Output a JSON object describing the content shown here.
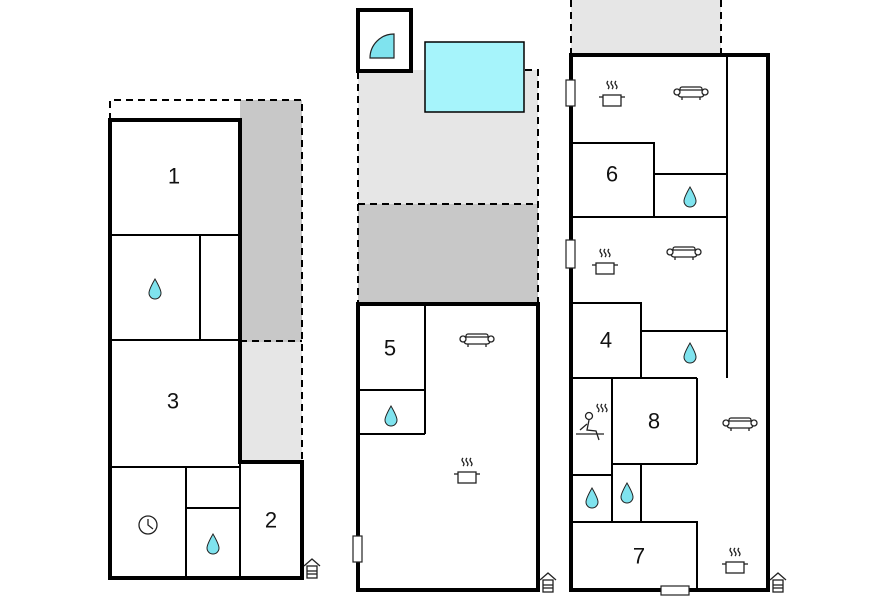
{
  "plans": [
    {
      "name": "left-plan",
      "rooms": [
        "1",
        "3",
        "2"
      ]
    },
    {
      "name": "middle-plan",
      "rooms": [
        "5"
      ]
    },
    {
      "name": "right-plan",
      "rooms": [
        "6",
        "4",
        "8",
        "7"
      ]
    }
  ],
  "room_labels": {
    "r1": "1",
    "r2": "2",
    "r3": "3",
    "r4": "4",
    "r5": "5",
    "r6": "6",
    "r7": "7",
    "r8": "8"
  },
  "icons": [
    "water-drop-icon",
    "clock-icon",
    "sofa-icon",
    "cooking-pot-icon",
    "sauna-icon",
    "quarter-circle-icon",
    "house-entrance-icon",
    "door-icon"
  ],
  "colors": {
    "light_area": "#e6e6e6",
    "dark_area": "#c8c8c8",
    "pool": "#a6f4fb",
    "water_drop": "#7fe3ee",
    "walls": "#000000"
  }
}
